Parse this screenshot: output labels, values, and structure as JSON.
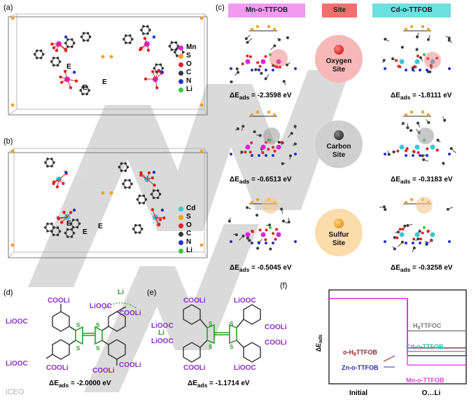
{
  "panels": {
    "a": "(a)",
    "b": "(b)",
    "c": "(c)",
    "d": "(d)",
    "e": "(e)",
    "f": "(f)"
  },
  "legend_a": [
    "Mn",
    "S",
    "O",
    "C",
    "N",
    "Li"
  ],
  "legend_b": [
    "Cd",
    "S",
    "O",
    "C",
    "N",
    "Li"
  ],
  "colors": {
    "Mn": "#e020e0",
    "Cd": "#39c6d6",
    "S": "#f0a020",
    "O": "#e02020",
    "C": "#333333",
    "N": "#2233cc",
    "Li": "#33cc33",
    "bond": "#555555",
    "purple_text": "#8a2fbf",
    "ligand_green": "#2e9a2e"
  },
  "bond_label": "E",
  "panel_c": {
    "col_left": "Mn-o-TTFOB",
    "col_mid": "Site",
    "col_right": "Cd-o-TTFOB",
    "sites": [
      {
        "name_line1": "Oxygen",
        "name_line2": "Site",
        "color": "#f7b8b8",
        "ball": "#e01010",
        "left_label": "ΔE",
        "left_sub": "ads",
        "left_value": "= -2.3598 eV",
        "right_label": "ΔE",
        "right_sub": "ads",
        "right_value": "= -1.8111 eV"
      },
      {
        "name_line1": "Carbon",
        "name_line2": "Site",
        "color": "#cfcfcf",
        "ball": "#222222",
        "left_label": "ΔE",
        "left_sub": "ads",
        "left_value": "= -0.6513 eV",
        "right_label": "ΔE",
        "right_sub": "ads",
        "right_value": "= -0.3183 eV"
      },
      {
        "name_line1": "Sulfur",
        "name_line2": "Site",
        "color": "#fbdcaa",
        "ball": "#f0a020",
        "left_label": "ΔE",
        "left_sub": "ads",
        "left_value": "= -0.5045 eV",
        "right_label": "ΔE",
        "right_sub": "ads",
        "right_value": "= -0.3258 eV"
      }
    ]
  },
  "panel_d": {
    "labels": [
      "COOLi",
      "LiOOC",
      "COOLi",
      "LiOOC",
      "COOLi",
      "LiOOC",
      "COOLi",
      "COOLi"
    ],
    "li": "Li",
    "energy_label": "ΔE",
    "energy_sub": "ads",
    "energy_value": "= -2.0000 eV"
  },
  "panel_e": {
    "labels": [
      "COOLi",
      "LiOOC",
      "LiOOC",
      "COOLi",
      "LiOOC",
      "COOLi",
      "COOLi",
      "LiOOC"
    ],
    "li": "Li",
    "energy_label": "ΔE",
    "energy_sub": "ads",
    "energy_value": "= -1.1714 eV"
  },
  "chart_data": {
    "type": "line",
    "ylabel": "ΔE",
    "ylabel_sub": "ads",
    "categories": [
      "Initial",
      "O…Li"
    ],
    "note": "relative energy levels, arbitrary units",
    "series": [
      {
        "name": "H8TTFOC",
        "label_main": "H",
        "label_sub": "8",
        "label_rest": "TTFOC",
        "color": "#777777",
        "values": [
          1.0,
          0.62
        ]
      },
      {
        "name": "o-H8TTFOB",
        "label_main": "o-H",
        "label_sub": "8",
        "label_rest": "TTFOB",
        "color": "#8b2a2a",
        "values": [
          1.0,
          0.42
        ]
      },
      {
        "name": "Cd-o-TTFOB",
        "label_main": "Cd-o-TTFOB",
        "label_sub": "",
        "label_rest": "",
        "color": "#2fb5b5",
        "values": [
          1.0,
          0.38
        ]
      },
      {
        "name": "Zn-o-TTFOB",
        "label_main": "Zn-o-TTFOB",
        "label_sub": "",
        "label_rest": "",
        "color": "#2a2ab5",
        "values": [
          1.0,
          0.33
        ]
      },
      {
        "name": "Mn-o-TTFOB",
        "label_main": "Mn-o-TTFOB",
        "label_sub": "",
        "label_rest": "",
        "color": "#e040e0",
        "values": [
          1.0,
          0.22
        ]
      }
    ],
    "ylim": [
      0,
      1.1
    ]
  }
}
